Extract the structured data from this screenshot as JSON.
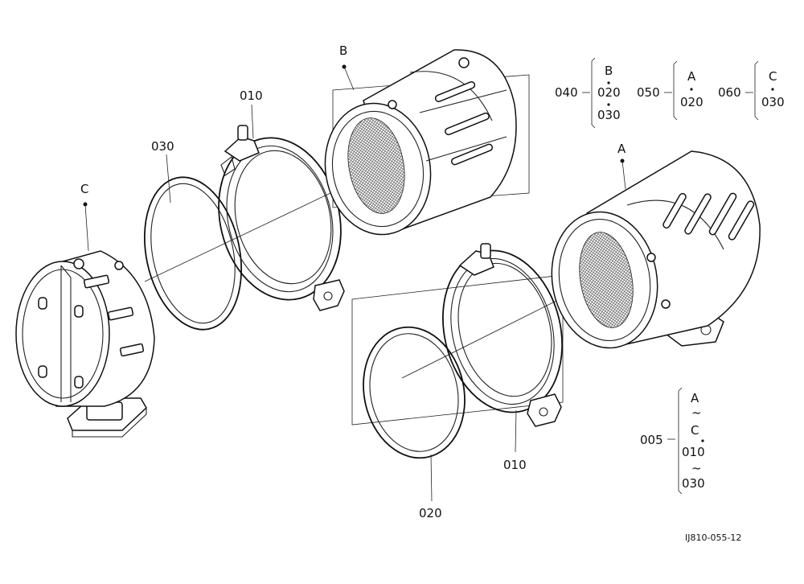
{
  "callouts": {
    "B": "B",
    "A": "A",
    "C": "C",
    "clamp_upper": "010",
    "clamp_lower": "010",
    "gasket_upper": "030",
    "gasket_lower": "020"
  },
  "groups": {
    "g040": {
      "code": "040",
      "items": [
        "B",
        "020",
        "030"
      ]
    },
    "g050": {
      "code": "050",
      "items": [
        "A",
        "020"
      ]
    },
    "g060": {
      "code": "060",
      "items": [
        "C",
        "030"
      ]
    },
    "g005": {
      "code": "005",
      "items": [
        "A",
        "~",
        "C",
        "010",
        "~",
        "030"
      ]
    }
  },
  "drawing_number": "IJ810-055-12"
}
